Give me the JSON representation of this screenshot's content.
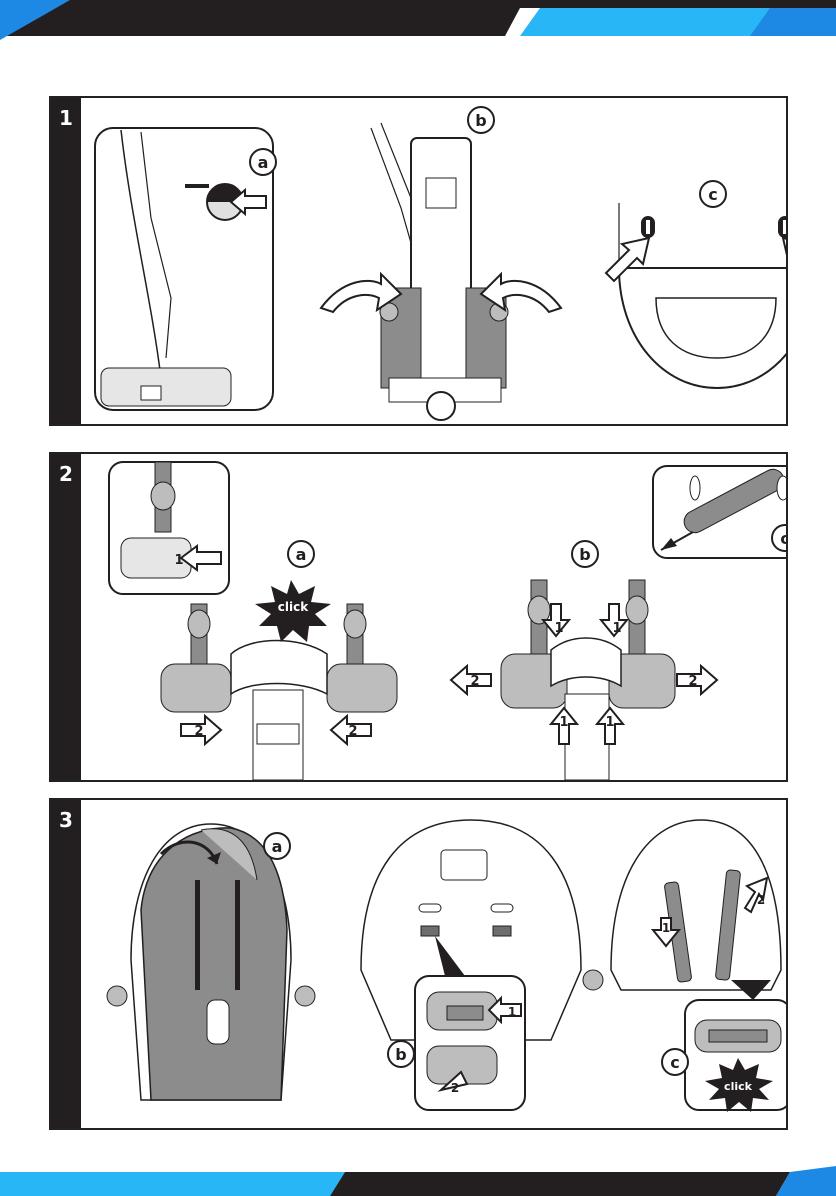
{
  "steps": [
    {
      "number": "1",
      "callouts": {
        "a": "a",
        "b": "b",
        "c": "c"
      }
    },
    {
      "number": "2",
      "callouts": {
        "a": "a",
        "b": "b",
        "c": "c"
      },
      "click_label": "click",
      "arrow_numbers": {
        "one": "1",
        "two": "2"
      }
    },
    {
      "number": "3",
      "callouts": {
        "a": "a",
        "b": "b",
        "c": "c"
      },
      "click_label": "click",
      "arrow_numbers": {
        "one": "1",
        "two": "2"
      }
    }
  ],
  "colors": {
    "dark": "#231f20",
    "accent_blue": "#1e88e5",
    "accent_cyan": "#29b6f6",
    "fabric_gray": "#8c8c8c",
    "light_gray": "#d9d9d9"
  }
}
